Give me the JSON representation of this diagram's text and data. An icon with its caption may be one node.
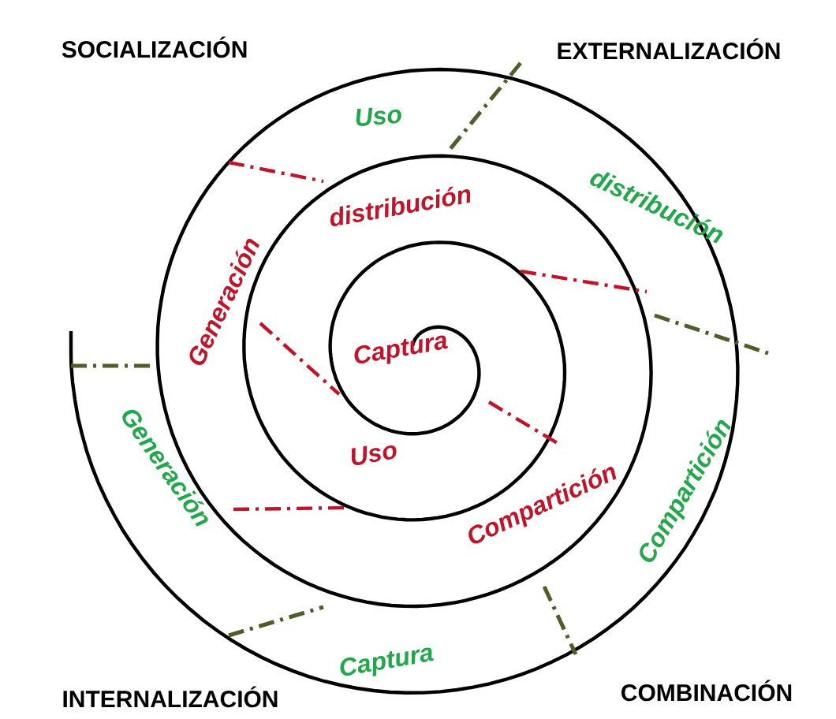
{
  "diagram": {
    "labels": [
      "SOCIALIZACIÓN",
      "EXTERNALIZACIÓN",
      "Uso",
      "distribución",
      "distribución",
      "Generación",
      "Captura",
      "Generación",
      "Compartición",
      "Uso",
      "Compartición",
      "Captura",
      "INTERNALIZACIÓN",
      "COMBINACIÓN"
    ]
  }
}
